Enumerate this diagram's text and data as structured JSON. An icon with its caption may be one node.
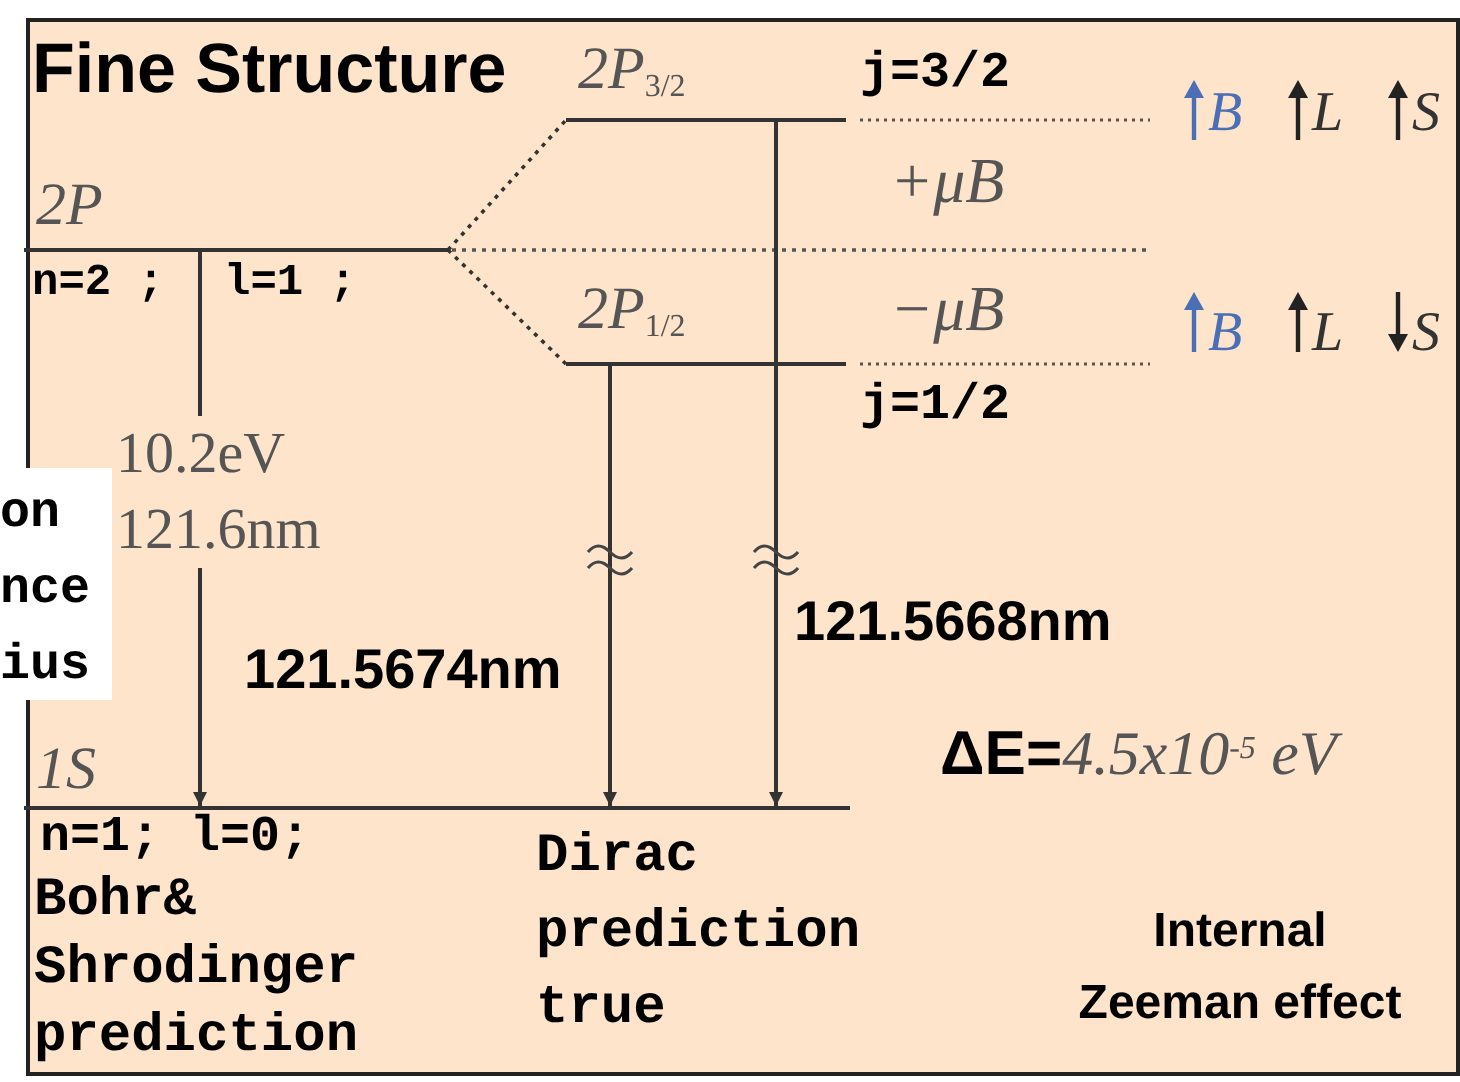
{
  "diagram": {
    "title": "Fine Structure",
    "nodes": [
      {
        "text": [
          "2P"
        ],
        "beside": [
          "n=2 ;",
          "l=1 ;"
        ]
      },
      {
        "text": [
          "2P$_{3/2}$"
        ],
        "beside": [
          "j=3/2"
        ]
      },
      {
        "text": [
          "2P$_{1/2}$"
        ],
        "beside": [
          "j=1/2"
        ]
      },
      {
        "text": [
          "1S"
        ],
        "beside": [
          "n=1; l=0;"
        ]
      }
    ],
    "edges": [
      {
        "from": 0,
        "to": 1,
        "arrow": "none",
        "style": "dashed"
      },
      {
        "from": 0,
        "to": 2,
        "arrow": "none",
        "style": "dashed"
      },
      {
        "from": 0,
        "to": 3,
        "arrow": "to",
        "label": "10.2eV 121.6nm"
      },
      {
        "from": 2,
        "to": 3,
        "arrow": "to",
        "label": "121.5674nm"
      },
      {
        "from": 1,
        "to": 3,
        "arrow": "to",
        "label": "121.5668nm"
      }
    ],
    "labels": [
      "+μB",
      "−μB",
      "B",
      "L",
      "S",
      "B",
      "L",
      "S",
      "on",
      "nce",
      "ius",
      "**ΔE=**4.5x10$^{-5}$ eV",
      "Bohr& Shrodinger prediction",
      "Dirac prediction true",
      "Internal Zeeman effect"
    ]
  }
}
